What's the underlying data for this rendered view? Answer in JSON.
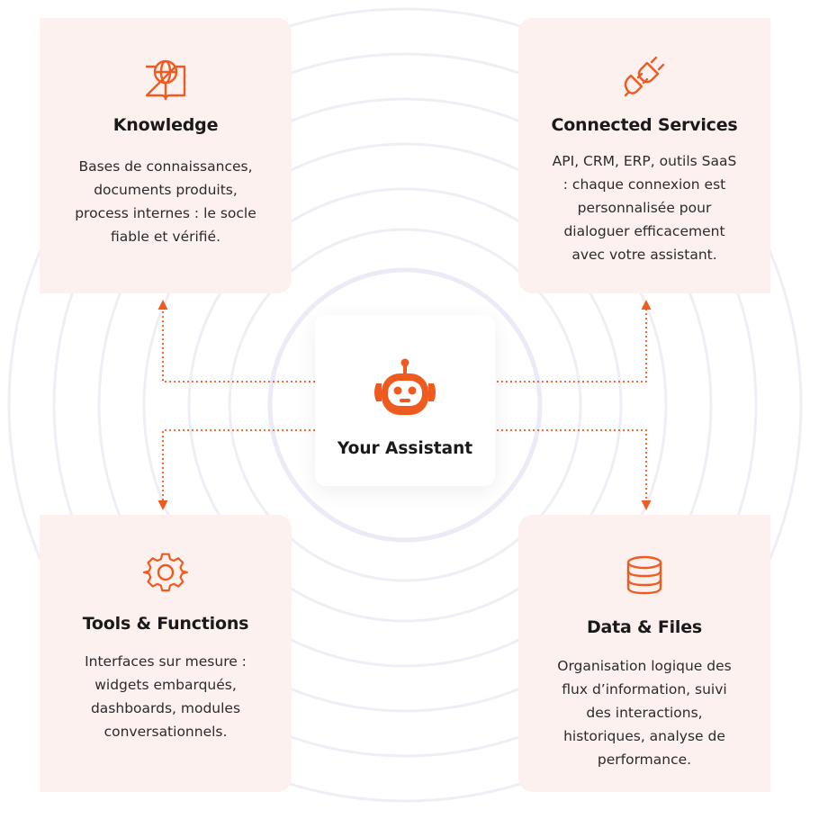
{
  "colors": {
    "accent": "#ef5a1f",
    "card_bg": "#fdf1ef",
    "ring": "#eeedf4"
  },
  "center": {
    "label": "Your Assistant",
    "icon": "robot-icon"
  },
  "cards": {
    "knowledge": {
      "icon": "book-globe-icon",
      "title": "Knowledge",
      "lines": [
        "Bases de connaissances,",
        "documents produits,",
        "process internes : le socle",
        "fiable et vérifié."
      ]
    },
    "services": {
      "icon": "plug-icon",
      "title": "Connected Services",
      "lines": [
        "API, CRM, ERP, outils SaaS",
        ": chaque connexion est",
        "personnalisée pour",
        "dialoguer efficacement",
        "avec votre assistant."
      ]
    },
    "tools": {
      "icon": "gear-icon",
      "title": "Tools & Functions",
      "lines": [
        "Interfaces sur mesure :",
        "widgets embarqués,",
        "dashboards, modules",
        "conversationnels."
      ]
    },
    "data": {
      "icon": "database-icon",
      "title": "Data & Files",
      "lines": [
        "Organisation logique des",
        "flux d’information, suivi",
        "des interactions,",
        "historiques, analyse de",
        "performance."
      ]
    }
  }
}
